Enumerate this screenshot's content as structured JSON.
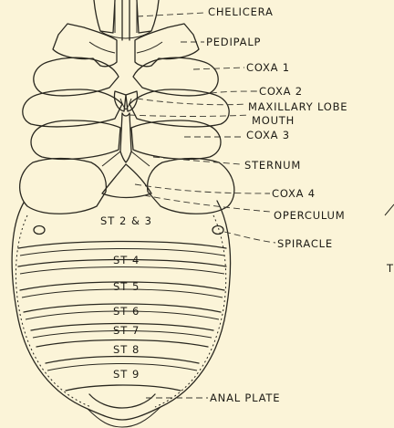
{
  "labels": {
    "chelicera": "CHELICERA",
    "pedipalp": "PEDIPALP",
    "coxa1": "COXA 1",
    "coxa2": "COXA 2",
    "maxillary_lobe": "MAXILLARY LOBE",
    "mouth": "MOUTH",
    "coxa3": "COXA 3",
    "sternum": "STERNUM",
    "coxa4": "COXA 4",
    "operculum": "OPERCULUM",
    "spiracle": "SPIRACLE",
    "anal_plate": "ANAL PLATE",
    "edge_letter": "T"
  },
  "segments": {
    "st2_3": "ST 2 & 3",
    "st4": "ST 4",
    "st5": "ST 5",
    "st6": "ST 6",
    "st7": "ST 7",
    "st8": "ST 8",
    "st9": "ST 9"
  }
}
